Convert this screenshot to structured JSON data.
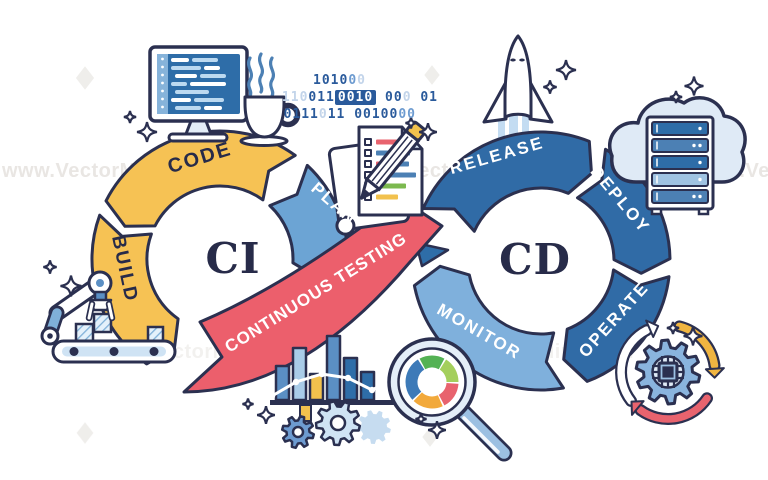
{
  "page": {
    "background": "#ffffff"
  },
  "watermark": {
    "text": "www.VectorMine.com"
  },
  "labels": {
    "ci": "CI",
    "cd": "CD",
    "code": "CODE",
    "build": "BUILD",
    "plan": "PLAN",
    "testing": "CONTINUOUS TESTING",
    "release": "RELEASE",
    "deploy": "DEPLOY",
    "operate": "OPERATE",
    "monitor": "MONITOR"
  },
  "binary_code": {
    "lines": [
      [
        {
          "t": "1010",
          "c": "dark"
        },
        {
          "t": "0",
          "c": "mid"
        },
        {
          "t": "0",
          "c": "light"
        }
      ],
      [
        {
          "t": "110",
          "c": "light"
        },
        {
          "t": "011",
          "c": "dark"
        },
        {
          "t": "0010",
          "c": "box"
        },
        {
          "t": " 00",
          "c": "dark"
        },
        {
          "t": "0",
          "c": "light"
        },
        {
          "t": " 01",
          "c": "dark"
        }
      ],
      [
        {
          "t": "0111",
          "c": "dark"
        },
        {
          "t": "0",
          "c": "light"
        },
        {
          "t": "11",
          "c": "dark"
        },
        {
          "t": " 00100",
          "c": "dark"
        },
        {
          "t": "00",
          "c": "mid"
        }
      ]
    ]
  },
  "colors": {
    "yellow": "#f6c254",
    "red": "#ec5f6c",
    "outline": "#2b3050",
    "navy_text": "#272b49",
    "plan_blue": "#6ca4d4",
    "monitor_blue": "#7fb0dc",
    "deep_blue": "#306ba6",
    "screen_blue": "#2e6da8",
    "watermark_gray": "#e9e6e3",
    "pie": [
      "#54b254",
      "#a4cf5c",
      "#e8636e",
      "#f2a93b",
      "#3d7ab8"
    ]
  },
  "icons": {
    "monitor-icon": "desktop with code on screen",
    "coffee-cup-icon": "steaming coffee mug",
    "binary-code": "floating binary digits",
    "plan-document-icon": "checklist sheets with pencil",
    "rocket-icon": "launching space shuttle",
    "cloud-server-icon": "server rack in cloud",
    "robot-arm-icon": "robotic arm over conveyor",
    "bar-chart-icon": "analytics bars with trend line",
    "gears-icon": "process gears",
    "magnifier-pie-icon": "magnifying glass over pie chart",
    "gear-chip-icon": "gear with microchip and cycle arrows",
    "sparkle-icon": "four point sparkle",
    "watermark-pin-icon": "faint diamond logo"
  }
}
